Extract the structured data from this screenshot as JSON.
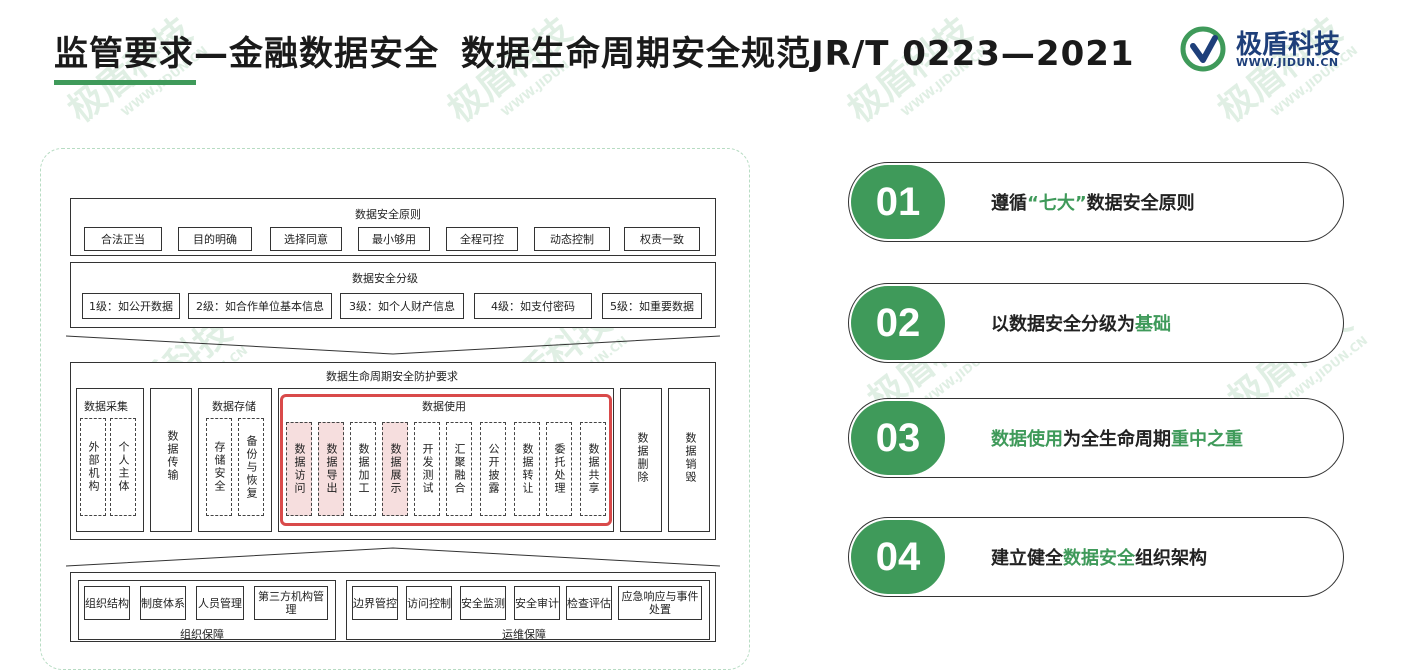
{
  "header": {
    "title_part1": "监管要求—金融数据安全",
    "title_part2": "数据生命周期安全规范JR/T 0223—2021",
    "logo_name": "极盾科技",
    "logo_url": "WWW.JIDUN.CN"
  },
  "watermark": {
    "text": "极盾科技",
    "url": "WWW.JIDUN.CN"
  },
  "diagram": {
    "principles": {
      "title": "数据安全原则",
      "items": [
        "合法正当",
        "目的明确",
        "选择同意",
        "最小够用",
        "全程可控",
        "动态控制",
        "权责一致"
      ]
    },
    "grading": {
      "title": "数据安全分级",
      "items": [
        "1级：如公开数据",
        "2级：如合作单位基本信息",
        "3级：如个人财产信息",
        "4级：如支付密码",
        "5级：如重要数据"
      ]
    },
    "lifecycle": {
      "title": "数据生命周期安全防护要求",
      "collect": {
        "title": "数据采集",
        "items": [
          "外部机构",
          "个人主体"
        ]
      },
      "transfer": "数据传输",
      "storage": {
        "title": "数据存储",
        "items": [
          "存储安全",
          "备份与恢复"
        ]
      },
      "usage": {
        "title": "数据使用",
        "items": [
          "数据访问",
          "数据导出",
          "数据加工",
          "数据展示",
          "开发测试",
          "汇聚融合",
          "公开披露",
          "数据转让",
          "委托处理",
          "数据共享"
        ]
      },
      "delete": "数据删除",
      "destroy": "数据销毁"
    },
    "org": {
      "items": [
        "组织结构",
        "制度体系",
        "人员管理",
        "第三方机构管理"
      ],
      "footer": "组织保障"
    },
    "ops": {
      "items": [
        "边界管控",
        "访问控制",
        "安全监测",
        "安全审计",
        "检查评估",
        "应急响应与事件处置"
      ],
      "footer": "运维保障"
    }
  },
  "points": [
    {
      "num": "01",
      "pre": "遵循",
      "hl": "“七大”",
      "post": "数据安全原则"
    },
    {
      "num": "02",
      "pre": "以数据安全分级为",
      "hl": "基础",
      "post": ""
    },
    {
      "num": "03",
      "pre": "",
      "hl": "数据使用",
      "post": "为全生命周期",
      "hl2": "重中之重"
    },
    {
      "num": "04",
      "pre": "建立健全",
      "hl": "数据安全",
      "post": "组织架构"
    }
  ],
  "colors": {
    "accent": "#3f9a5a",
    "highlight_box": "#d94a4a",
    "logo": "#1e3f7a"
  }
}
